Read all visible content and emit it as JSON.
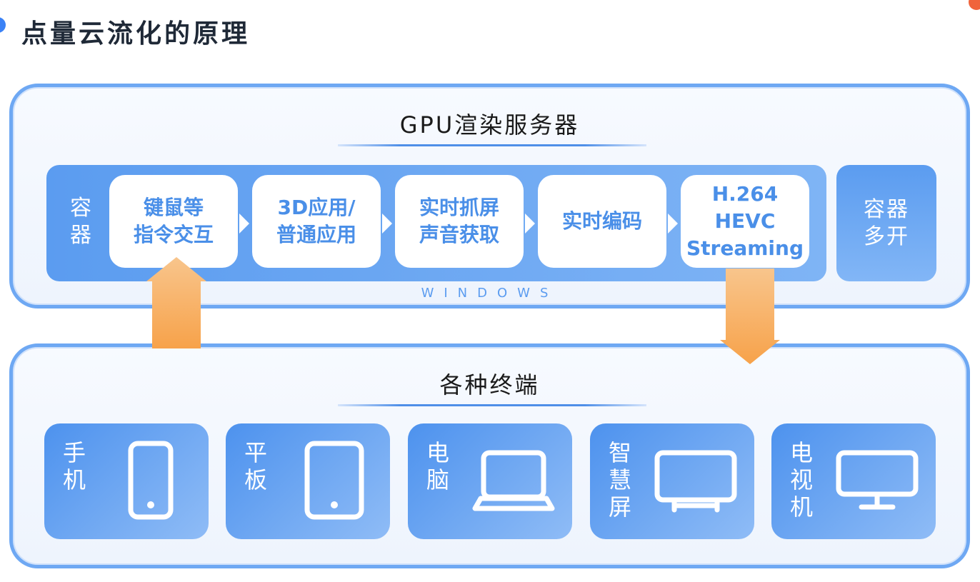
{
  "page": {
    "title": "点量云流化的原理"
  },
  "server": {
    "title": "GPU渲染服务器",
    "container_label": "容器",
    "steps": [
      {
        "label": "键鼠等\n指令交互"
      },
      {
        "label": "3D应用/\n普通应用"
      },
      {
        "label": "实时抓屏\n声音获取"
      },
      {
        "label": "实时编码"
      },
      {
        "label": "H.264\nHEVC\nStreaming"
      }
    ],
    "os_label": "WINDOWS",
    "multi_container_label": "容器多开"
  },
  "terminals": {
    "title": "各种终端",
    "devices": [
      {
        "label": "手机",
        "icon": "phone-icon"
      },
      {
        "label": "平板",
        "icon": "tablet-icon"
      },
      {
        "label": "电脑",
        "icon": "laptop-icon"
      },
      {
        "label": "智慧屏",
        "icon": "smart-screen-icon"
      },
      {
        "label": "电视机",
        "icon": "tv-icon"
      }
    ]
  },
  "colors": {
    "accent_blue": "#5b9cf0",
    "card_text_blue": "#4a8fe8",
    "arrow_orange": "#f7a24a",
    "panel_border": "#6ea8f3"
  }
}
